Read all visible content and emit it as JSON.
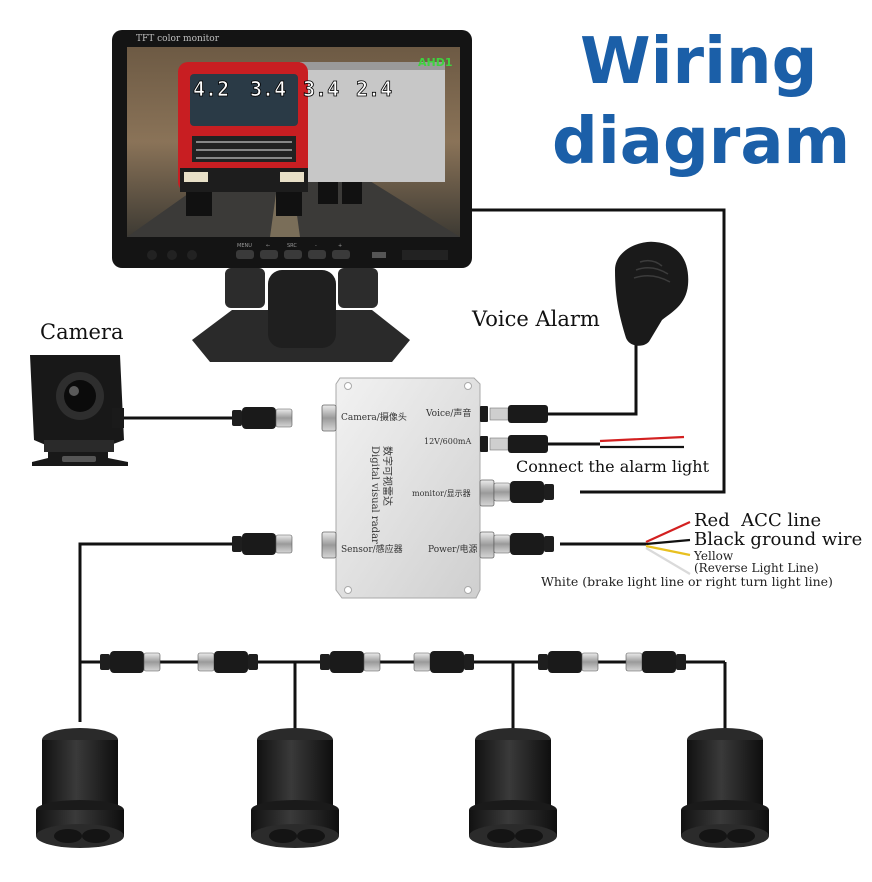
{
  "title": {
    "line1": "Wiring",
    "line2": "diagram"
  },
  "monitor": {
    "brand_text": "TFT color monitor",
    "mode_badge": "AHD1",
    "distance_readouts": [
      "4.2",
      "3.4",
      "3.4",
      "2.4"
    ],
    "button_labels": [
      "MENU",
      "←",
      "SRC",
      "-",
      "+"
    ]
  },
  "labels": {
    "camera": "Camera",
    "voice_alarm": "Voice Alarm",
    "connect_alarm_light": "Connect the alarm light",
    "red_line": "Red  ACC line",
    "black_line": "Black ground wire",
    "yellow_line": "Yellow",
    "yellow_desc": "(Reverse Light Line)",
    "white_line": "White (brake light line or right turn light line)"
  },
  "control_box": {
    "title_en": "Digital visual radar",
    "title_cn": "数字可视雷达",
    "ports": {
      "camera": "Camera/摄像头",
      "voice": "Voice/声音",
      "power_rating": "12V/600mA",
      "monitor": "monitor/显示器",
      "sensor": "Sensor/感应器",
      "power": "Power/电源"
    }
  },
  "colors": {
    "title": "#1b5fa8",
    "wire": "#111111",
    "red_wire": "#d32020",
    "yellow_wire": "#e8c020",
    "box": "#dcdcdc",
    "sensor": "#1c1c1c"
  },
  "icons": [
    "monitor-icon",
    "camera-icon",
    "voice-alarm-icon",
    "control-box-icon",
    "connector-icon",
    "parking-sensor-icon"
  ]
}
